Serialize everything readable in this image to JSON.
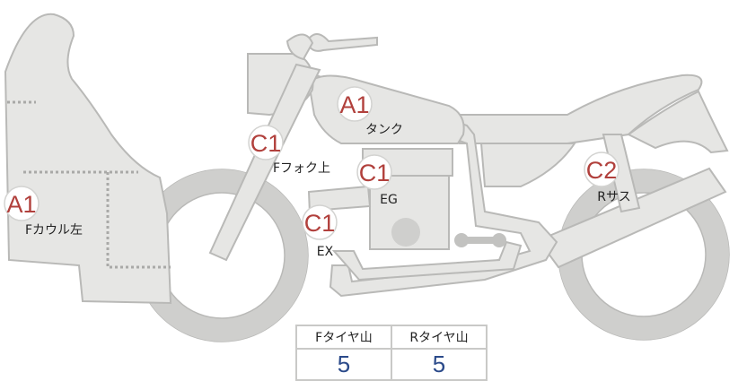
{
  "diagram": {
    "badges": [
      {
        "id": "tank",
        "code": "A1",
        "label": "タンク"
      },
      {
        "id": "front-fork-upper",
        "code": "C1",
        "label": "Fフォク上"
      },
      {
        "id": "engine",
        "code": "C1",
        "label": "EG"
      },
      {
        "id": "exhaust",
        "code": "C1",
        "label": "EX"
      },
      {
        "id": "rear-suspension",
        "code": "C2",
        "label": "Rサス"
      },
      {
        "id": "front-cowl-left",
        "code": "A1",
        "label": "Fカウル左"
      }
    ]
  },
  "tire_table": {
    "headers": [
      "Fタイヤ山",
      "Rタイヤ山"
    ],
    "values": [
      "5",
      "5"
    ]
  },
  "colors": {
    "part_fill": "#e6e6e4",
    "part_outline": "#b9b9b7",
    "badge_code": "#b1403c",
    "tire_value": "#2b4a8a"
  }
}
